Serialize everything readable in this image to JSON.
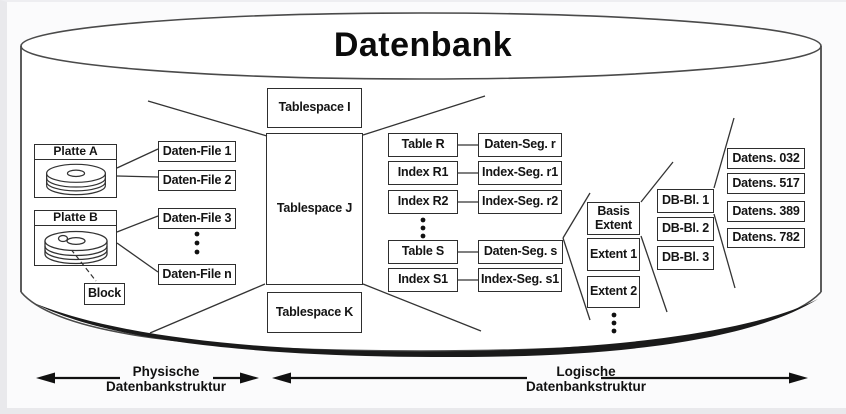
{
  "title": "Datenbank",
  "physical": {
    "disks": [
      {
        "label": "Platte A"
      },
      {
        "label": "Platte B"
      }
    ],
    "block_label": "Block",
    "files": [
      "Daten-File 1",
      "Daten-File 2",
      "Daten-File 3",
      "Daten-File n"
    ]
  },
  "tablespaces": [
    "Tablespace I",
    "Tablespace J",
    "Tablespace K"
  ],
  "logical": {
    "tables": [
      "Table R",
      "Index R1",
      "Index R2",
      "Table S",
      "Index S1"
    ],
    "segments": [
      "Daten-Seg. r",
      "Index-Seg. r1",
      "Index-Seg. r2",
      "Daten-Seg. s",
      "Index-Seg. s1"
    ],
    "extents": [
      "Basis Extent",
      "Extent 1",
      "Extent 2"
    ],
    "db_blocks": [
      "DB-Bl. 1",
      "DB-Bl. 2",
      "DB-Bl. 3"
    ],
    "records": [
      "Datens. 032",
      "Datens. 517",
      "Datens. 389",
      "Datens. 782"
    ]
  },
  "legend": {
    "physical": {
      "line1": "Physische",
      "line2": "Datenbankstruktur"
    },
    "logical": {
      "line1": "Logische",
      "line2": "Datenbankstruktur"
    }
  },
  "colors": {
    "ink": "#1a1a1a",
    "background": "#fbfbfc"
  }
}
